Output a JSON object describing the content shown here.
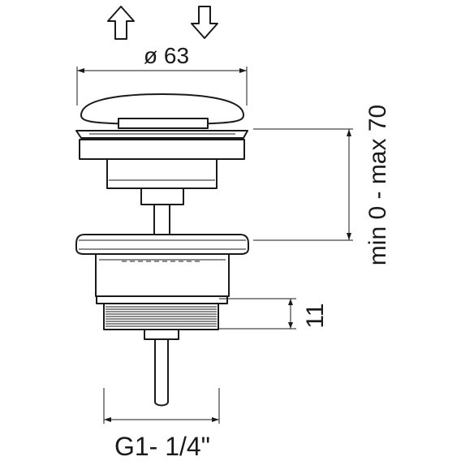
{
  "drawing": {
    "arrows": {
      "up_icon": "arrow-up-icon",
      "down_icon": "arrow-down-icon"
    },
    "dimensions": {
      "diameter": "ø 63",
      "stroke": "min 0 - max 70",
      "thread_height": "11",
      "thread": "G1- 1/4\""
    },
    "colors": {
      "line": "#1a1a1a",
      "background": "#ffffff"
    }
  }
}
